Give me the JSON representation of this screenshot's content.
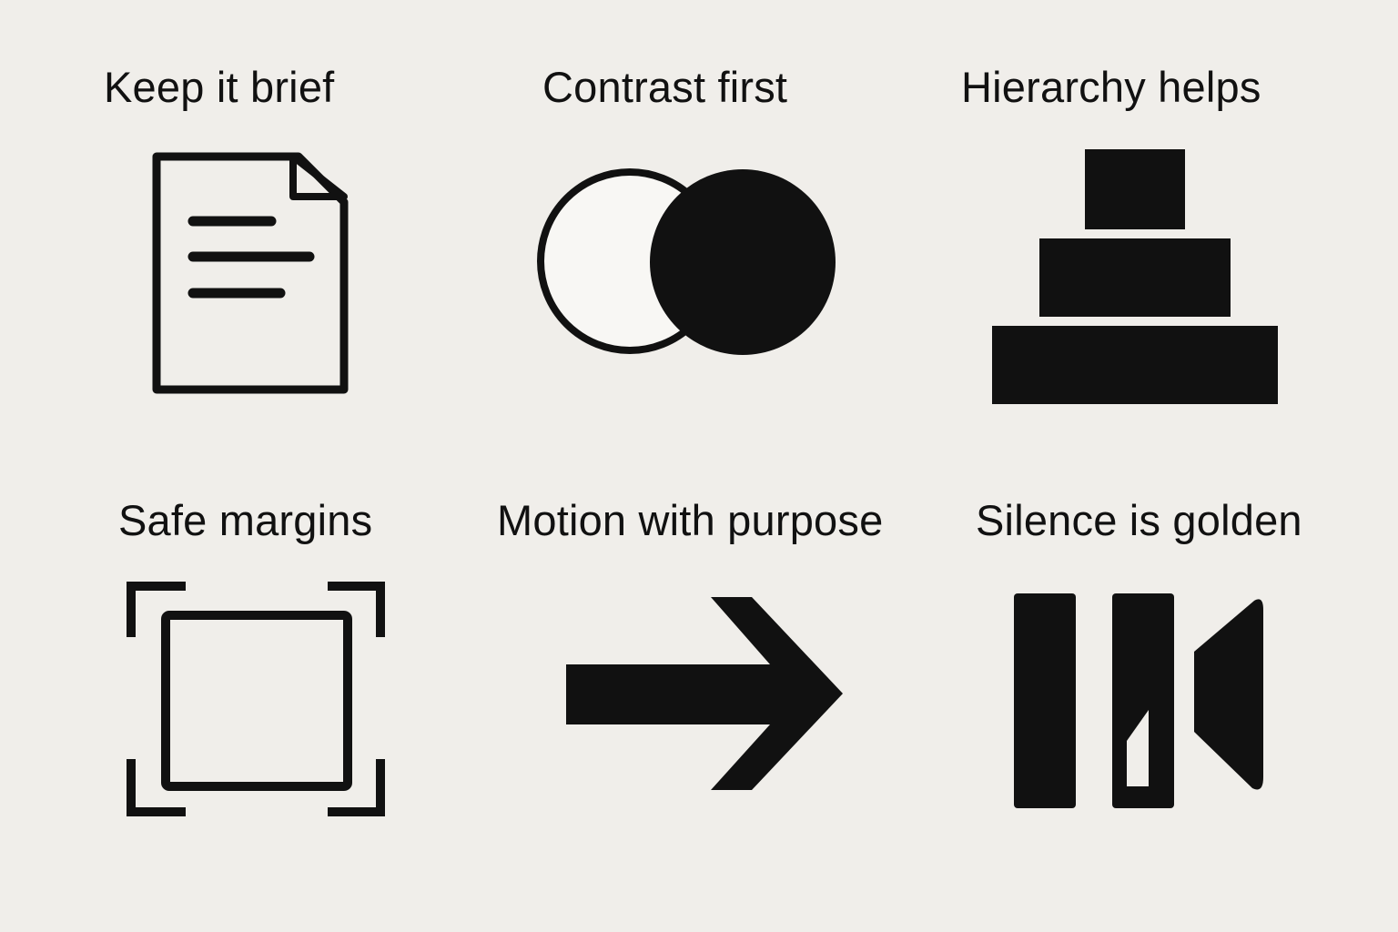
{
  "colors": {
    "background": "#f0eeea",
    "ink": "#111111",
    "light_fill": "#f8f7f4"
  },
  "tiles": [
    {
      "label": "Keep it brief",
      "icon": "document-icon"
    },
    {
      "label": "Contrast first",
      "icon": "contrast-circles-icon"
    },
    {
      "label": "Hierarchy helps",
      "icon": "hierarchy-stack-icon"
    },
    {
      "label": "Safe margins",
      "icon": "safe-margins-frame-icon"
    },
    {
      "label": "Motion with purpose",
      "icon": "arrow-right-icon"
    },
    {
      "label": "Silence is golden",
      "icon": "silence-bars-icon"
    }
  ]
}
